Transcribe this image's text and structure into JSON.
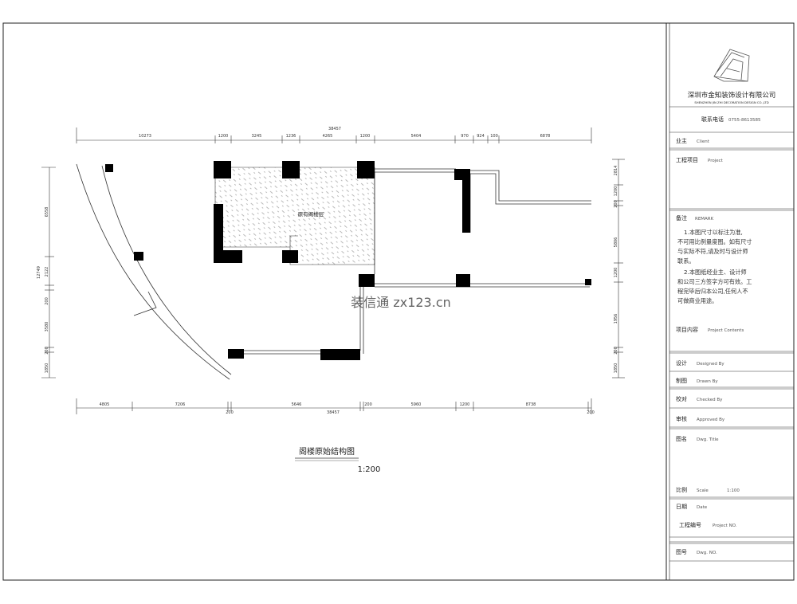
{
  "drawing": {
    "title": "阁楼原始结构图",
    "scale": "1:200",
    "room_label": "原有阁楼层",
    "watermark": "装信通 zx123.cn"
  },
  "dimensions": {
    "top_total": "38457",
    "top_segments": [
      "10273",
      "1200",
      "3245",
      "1236",
      "4265",
      "1200",
      "5404",
      "970",
      "924",
      "100",
      "6878"
    ],
    "bottom_total": "38457",
    "bottom_segments": [
      "4805",
      "7206",
      "200",
      "5646",
      "200",
      "5960",
      "1200",
      "8738",
      "200"
    ],
    "left_total": "12749",
    "left_segments": [
      "6558",
      "2122",
      "200",
      "3580",
      "200",
      "1850"
    ],
    "right_segments": [
      "2814",
      "1200",
      "200",
      "5806",
      "1200",
      "1956",
      "200",
      "1850"
    ]
  },
  "title_block": {
    "company": "深圳市金知装饰设计有限公司",
    "company_en": "SHENZHEN JIN ZHI DECORATION DESIGN CO.,LTD",
    "phone_label": "联系电话",
    "phone_value": "0755-8613585",
    "rows": {
      "client_label": "业主",
      "client_value": "Client",
      "project_label": "工程项目",
      "project_value": "Project",
      "notes_label": "备注",
      "notes_value": "REMARK",
      "scope_label": "项目内容",
      "scope_value": "Project Contents",
      "design_label": "设计",
      "design_value": "Designed By",
      "draw_label": "制图",
      "draw_value": "Drawn By",
      "check_label": "校对",
      "check_value": "Checked By",
      "audit_label": "审核",
      "audit_value": "Approved By",
      "drawing_name_label": "图名",
      "drawing_name_value": "Dwg. Title",
      "scale_label": "比例",
      "scale_code": "Scale",
      "scale_value": "1:100",
      "date_label": "日期",
      "date_value": "Date",
      "job_label": "工程编号",
      "job_value": "Project NO.",
      "sheet_label": "图号",
      "sheet_value": "Dwg. NO."
    },
    "notes": [
      "1.本图尺寸以标注为准,",
      "不可用比例量度图。如有尺寸",
      "与实际不符,请及时与设计师",
      "联系。",
      "2.本图纸经业主、设计师",
      "和公司三方签字方可有效。工",
      "程完毕后归本公司,任何人不",
      "可做商业用途。"
    ]
  }
}
